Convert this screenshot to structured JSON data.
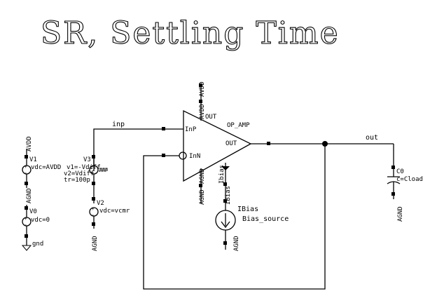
{
  "title": "SR, Settling Time",
  "opamp": {
    "name": "OP_AMP",
    "pin_inp": "InP",
    "pin_inn": "InN",
    "pin_out": "OUT",
    "pin_avdd": "AVDD",
    "pin_agnd": "AGND",
    "pin_ibias": "Ibias",
    "top_out": "OUT"
  },
  "nets": {
    "inp": "inp",
    "out": "out",
    "avdd_top": "AVDD",
    "agnd_opamp": "AGND",
    "avdd_v1": "AVDD",
    "agnd_v1": "AGND",
    "agnd_v2": "AGND",
    "agnd_ibias": "AGND",
    "agnd_cap": "AGND",
    "gnd": "gnd"
  },
  "v1": {
    "name": "V1",
    "param": "vdc=AVDD"
  },
  "v0": {
    "name": "V0",
    "param": "vdc=0"
  },
  "v3": {
    "name": "V3",
    "p1": "v1=-Vdiff",
    "p2": "v2=Vdiff",
    "p3": "tr=100p"
  },
  "v2": {
    "name": "V2",
    "param": "vdc=vcmr"
  },
  "ibias": {
    "name": "IBias",
    "cell": "Bias_source",
    "pin": "IBias"
  },
  "cap": {
    "name": "C0",
    "param": "c=Cload"
  }
}
